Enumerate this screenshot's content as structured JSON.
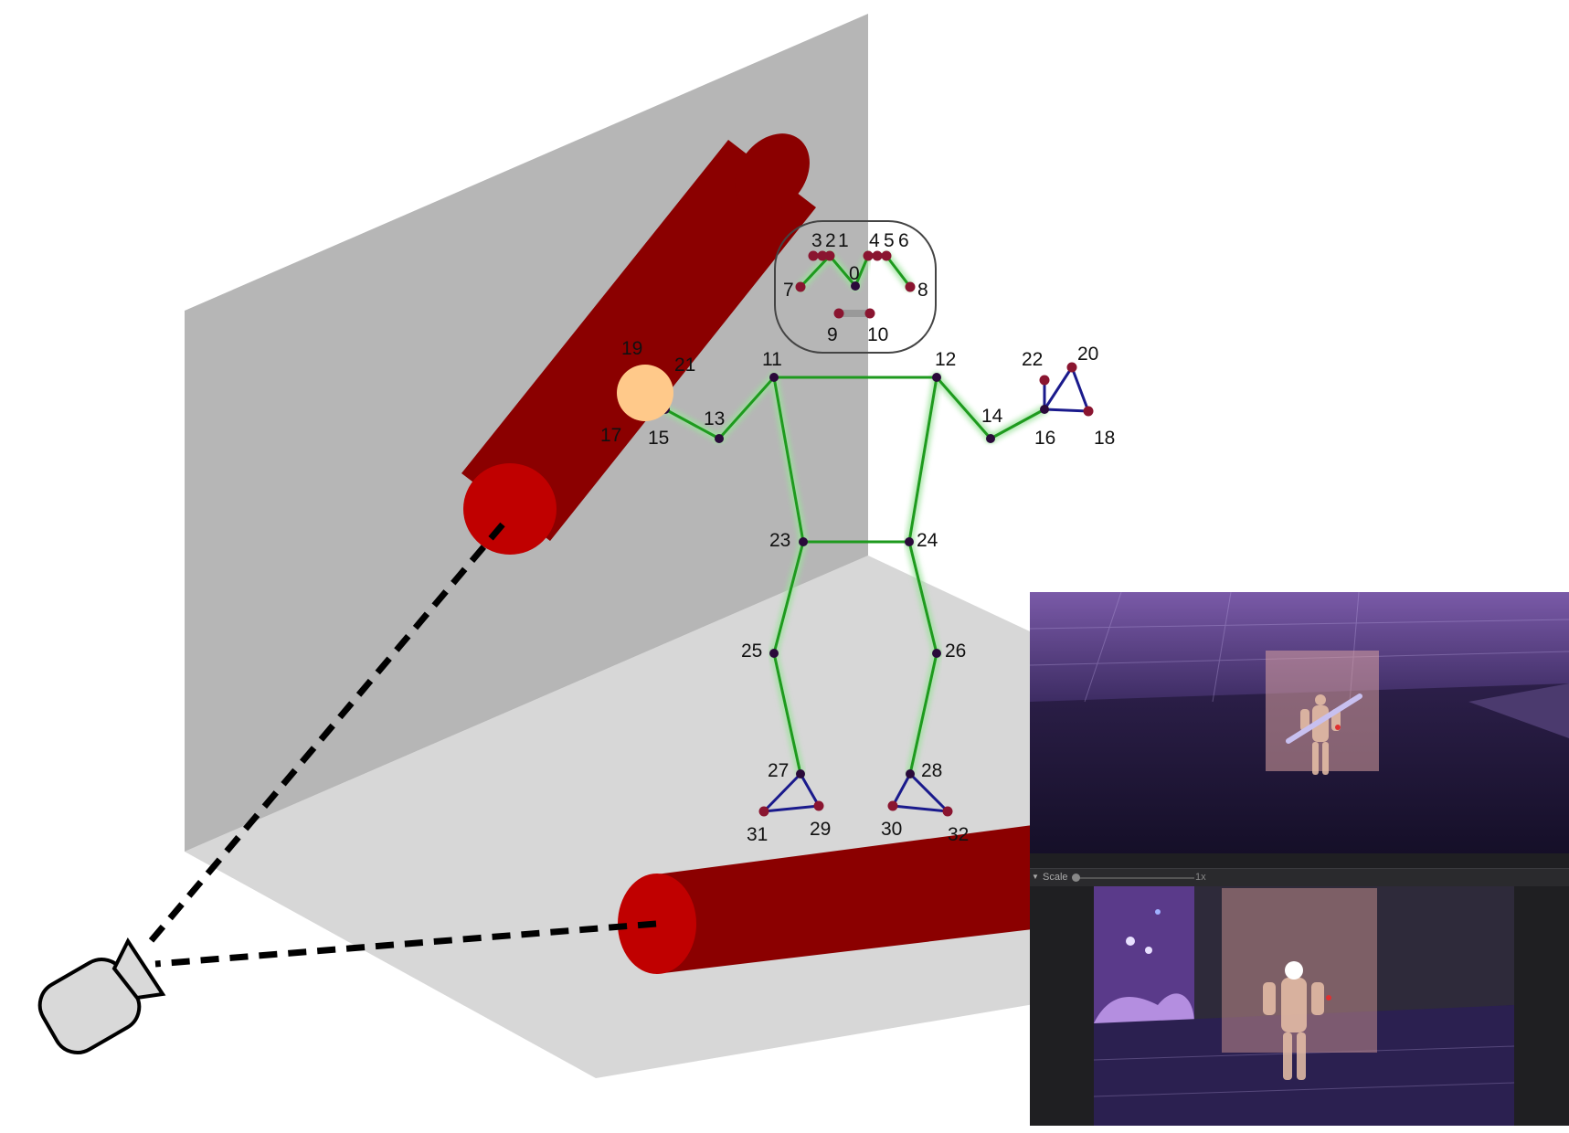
{
  "landmarks": [
    {
      "id": "0",
      "label": "0"
    },
    {
      "id": "1",
      "label": "1"
    },
    {
      "id": "2",
      "label": "2"
    },
    {
      "id": "3",
      "label": "3"
    },
    {
      "id": "4",
      "label": "4"
    },
    {
      "id": "5",
      "label": "5"
    },
    {
      "id": "6",
      "label": "6"
    },
    {
      "id": "7",
      "label": "7"
    },
    {
      "id": "8",
      "label": "8"
    },
    {
      "id": "9",
      "label": "9"
    },
    {
      "id": "10",
      "label": "10"
    },
    {
      "id": "11",
      "label": "11"
    },
    {
      "id": "12",
      "label": "12"
    },
    {
      "id": "13",
      "label": "13"
    },
    {
      "id": "14",
      "label": "14"
    },
    {
      "id": "15",
      "label": "15"
    },
    {
      "id": "16",
      "label": "16"
    },
    {
      "id": "17",
      "label": "17"
    },
    {
      "id": "18",
      "label": "18"
    },
    {
      "id": "19",
      "label": "19"
    },
    {
      "id": "20",
      "label": "20"
    },
    {
      "id": "21",
      "label": "21"
    },
    {
      "id": "22",
      "label": "22"
    },
    {
      "id": "23",
      "label": "23"
    },
    {
      "id": "24",
      "label": "24"
    },
    {
      "id": "25",
      "label": "25"
    },
    {
      "id": "26",
      "label": "26"
    },
    {
      "id": "27",
      "label": "27"
    },
    {
      "id": "28",
      "label": "28"
    },
    {
      "id": "29",
      "label": "29"
    },
    {
      "id": "30",
      "label": "30"
    },
    {
      "id": "31",
      "label": "31"
    },
    {
      "id": "32",
      "label": "32"
    }
  ],
  "colors": {
    "wall": "#b6b6b6",
    "floor": "#d7d7d7",
    "cylinder_body": "#8b0000",
    "cylinder_cap": "#c00000",
    "bone": "#1e9a1e",
    "glow": "#9be39b",
    "foot_hand_link": "#1a1a8c",
    "joint": "#2a0a3a",
    "contact_point": "#ffc98a",
    "camera": "#d9d9d9"
  },
  "unity_editor": {
    "scale_label": "Scale",
    "scale_value": "1x",
    "collapse_icon": "triangle-down-icon"
  }
}
